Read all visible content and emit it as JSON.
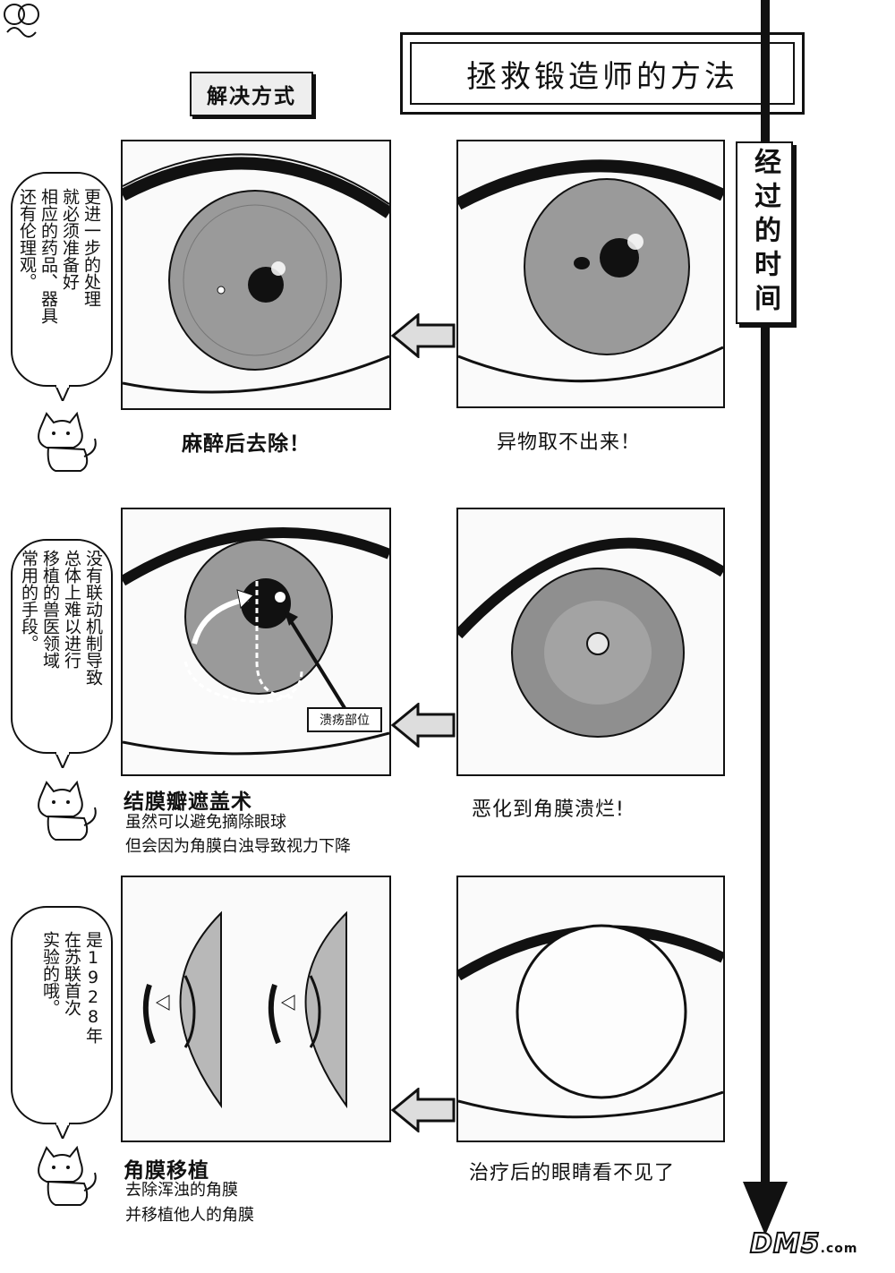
{
  "title": "拯救锻造师的方法",
  "method_label": "解决方式",
  "time_label": "经过的时间",
  "rows": [
    {
      "solution_caption": "麻醉后去除！",
      "problem_caption": "异物取不出来！",
      "bubble_text": "更进一步的处理\n就必须准备好\n相应的药品、器具\n还有伦理观。"
    },
    {
      "solution_caption": "结膜瓣遮盖术",
      "solution_sub": [
        "虽然可以避免摘除眼球",
        "但会因为角膜白浊导致视力下降"
      ],
      "problem_caption": "恶化到角膜溃烂!",
      "ulcer_label": "溃疡部位",
      "bubble_text": "没有联动机制导致\n总体上难以进行\n移植的兽医领域\n常用的手段。"
    },
    {
      "solution_caption": "角膜移植",
      "solution_sub": [
        "去除浑浊的角膜",
        "并移植他人的角膜"
      ],
      "problem_caption": "治疗后的眼睛看不见了",
      "bubble_text": "是1928年\n在苏联首次\n实验的哦。"
    }
  ],
  "watermark": {
    "logo_text": "DM5",
    "suffix": ".com"
  },
  "icons": {
    "left_arrow": "left-arrow-icon",
    "cat": "cat-icon",
    "timeline_arrow": "down-arrow-icon"
  },
  "colors": {
    "ink": "#111111",
    "paper": "#ffffff",
    "tone": "#9a9a9a"
  }
}
